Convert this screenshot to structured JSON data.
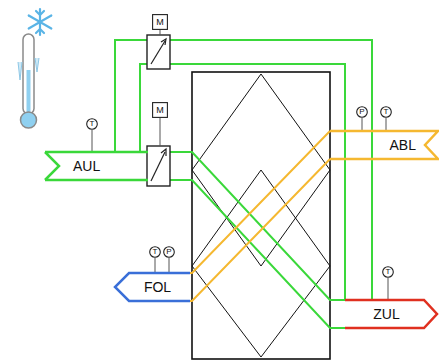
{
  "diagram": {
    "nodes": [
      {
        "text": [
          "M"
        ]
      },
      {
        "text": [
          "M"
        ]
      },
      {
        "text": [
          "P"
        ]
      },
      {
        "text": [
          "T"
        ]
      },
      {
        "text": [
          "T"
        ]
      },
      {
        "text": [
          "ABL"
        ]
      },
      {
        "text": [
          "AUL"
        ]
      },
      {
        "text": [
          "T"
        ]
      },
      {
        "text": [
          "P"
        ]
      },
      {
        "text": [
          "T"
        ]
      },
      {
        "text": [
          "FOL"
        ]
      },
      {
        "text": [
          "ZUL"
        ]
      }
    ],
    "edges": [
      {
        "from": 6,
        "to": 11,
        "arrow": "none"
      },
      {
        "from": 5,
        "to": 10,
        "arrow": "none"
      }
    ]
  }
}
